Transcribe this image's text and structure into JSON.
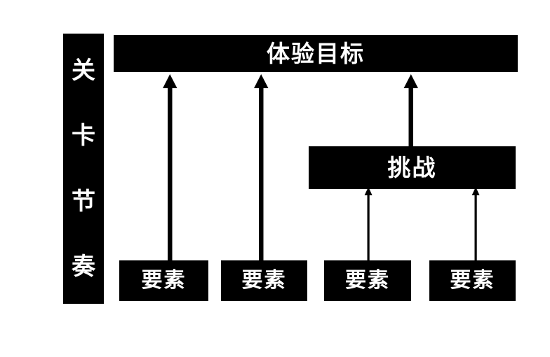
{
  "diagram": {
    "title_bar": {
      "label": "体验目标",
      "meaning": "Experience Goal"
    },
    "phase_axis": {
      "label": "关卡节奏",
      "characters": [
        "关",
        "卡",
        "节",
        "奏"
      ],
      "meaning": "Level Rhythm"
    },
    "challenge": {
      "label": "挑战",
      "meaning": "Challenge"
    },
    "elements": [
      {
        "label": "要素"
      },
      {
        "label": "要素"
      },
      {
        "label": "要素"
      },
      {
        "label": "要素"
      }
    ],
    "colors": {
      "background": "#ffffff",
      "block_fill": "#000000",
      "block_text": "#ffffff",
      "arrow": "#000000"
    },
    "connections": [
      {
        "from": "element-1",
        "to": "experience-goal",
        "style": "thick-arrow"
      },
      {
        "from": "element-2",
        "to": "experience-goal",
        "style": "thick-arrow"
      },
      {
        "from": "challenge",
        "to": "experience-goal",
        "style": "thick-arrow"
      },
      {
        "from": "element-3",
        "to": "challenge",
        "style": "thin-arrow"
      },
      {
        "from": "element-4",
        "to": "challenge",
        "style": "thin-arrow"
      }
    ]
  }
}
